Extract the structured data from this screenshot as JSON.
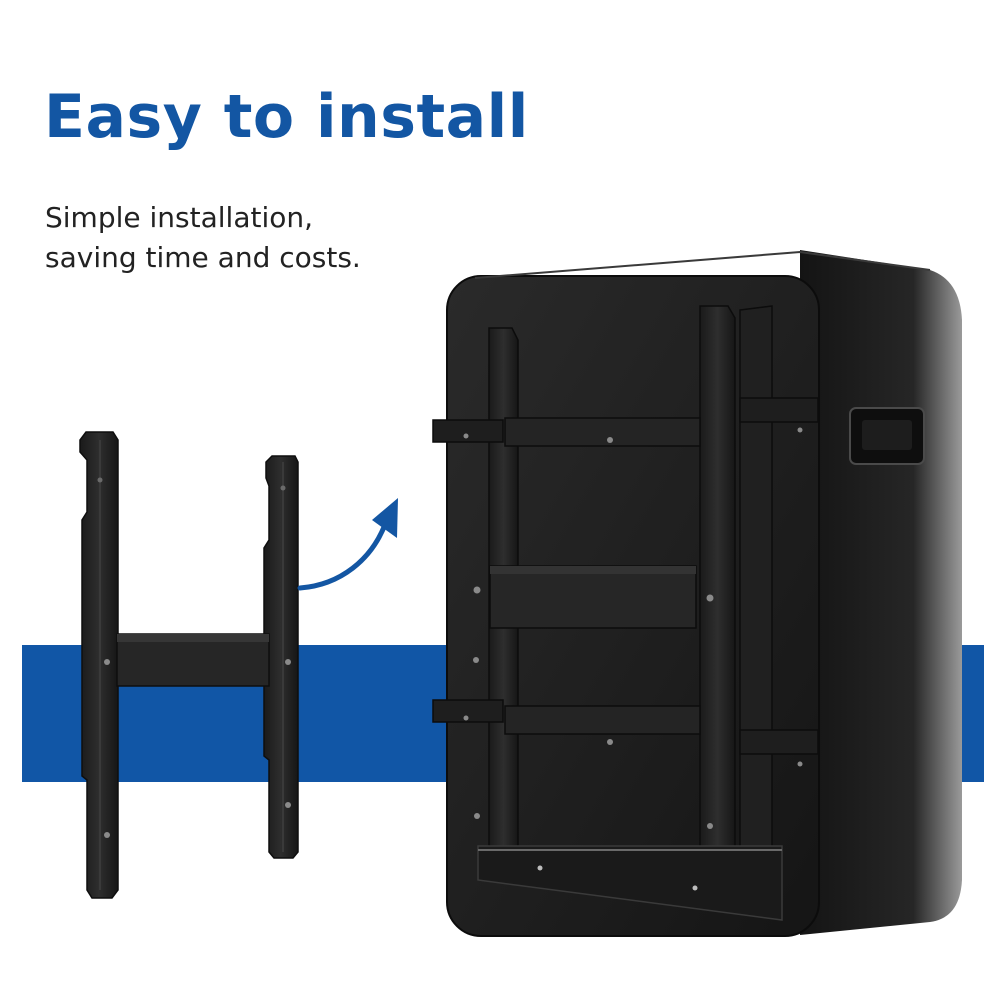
{
  "headline": "Easy to install",
  "subtext_lines": [
    "Simple installation,",
    "saving time and costs."
  ],
  "colors": {
    "accent": "#1356a3",
    "band": "#1156a6",
    "body_text": "#222222",
    "product": "#1c1c1c"
  },
  "icons": {
    "bracket": "wall-mount-bracket",
    "arrow": "curved-arrow",
    "product": "battery-cabinet"
  }
}
